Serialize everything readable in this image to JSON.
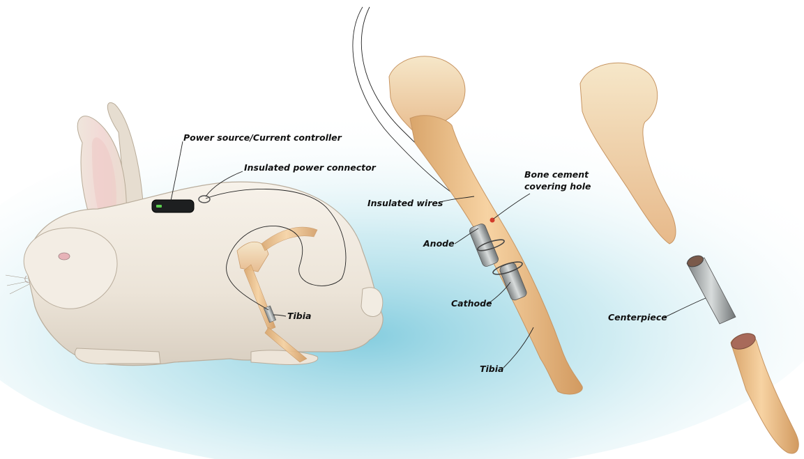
{
  "labels": {
    "power_source": "Power source/Current controller",
    "insulated_power_connector": "Insulated power connector",
    "tibia_rabbit": "Tibia",
    "insulated_wires": "Insulated wires",
    "bone_cement_line1": "Bone cement",
    "bone_cement_line2": "covering hole",
    "anode": "Anode",
    "cathode": "Cathode",
    "tibia_middle": "Tibia",
    "centerpiece": "Centerpiece"
  }
}
